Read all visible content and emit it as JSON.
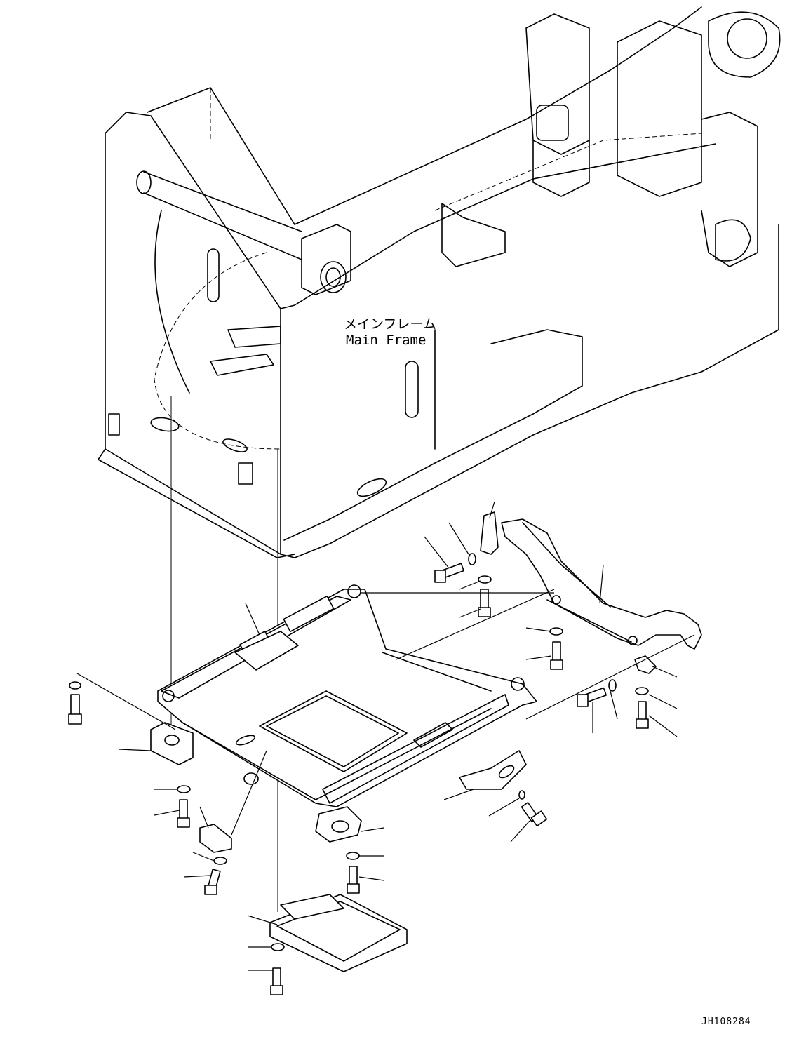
{
  "frame_label": {
    "japanese": "メインフレーム",
    "english": "Main Frame"
  },
  "drawing_code": "JH108284"
}
